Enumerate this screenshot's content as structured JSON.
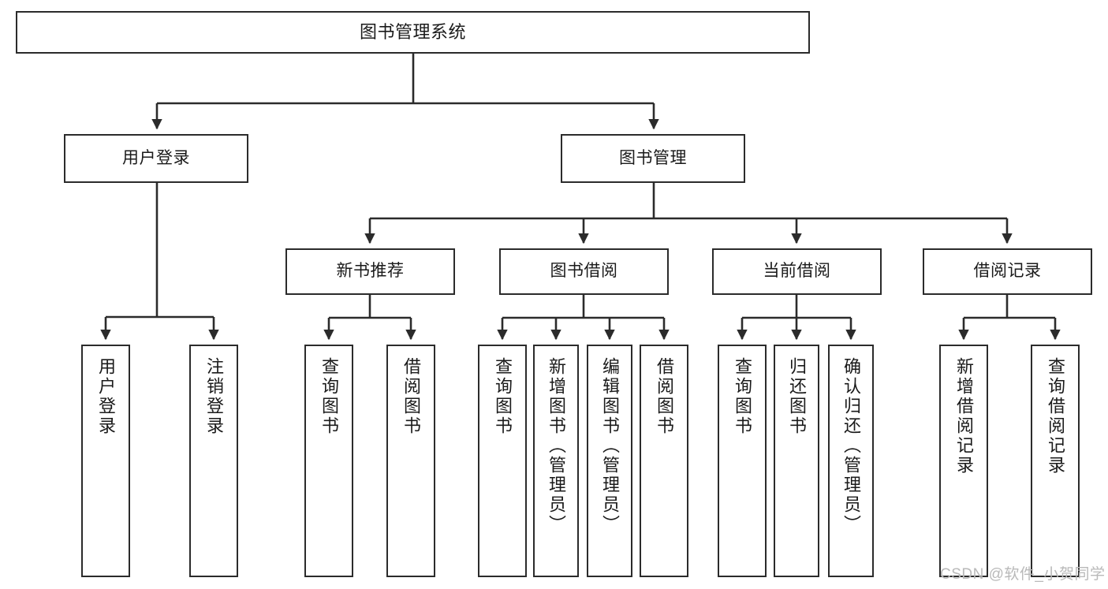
{
  "diagram": {
    "title": "图书管理系统",
    "type": "tree-hierarchy-diagram",
    "watermark": "CSDN @软件_小贺同学",
    "colors": {
      "box_border": "#2b2b2b",
      "box_fill": "#ffffff",
      "edge": "#2b2b2b",
      "text": "#1a1a1a",
      "watermark": "#b9b9b9",
      "background": "#ffffff"
    },
    "nodes": {
      "root": {
        "label": "图书管理系统"
      },
      "level2": [
        {
          "id": "user-login",
          "label": "用户登录"
        },
        {
          "id": "book-manage",
          "label": "图书管理"
        }
      ],
      "level3": [
        {
          "id": "new-book-recommend",
          "label": "新书推荐"
        },
        {
          "id": "book-borrow",
          "label": "图书借阅"
        },
        {
          "id": "current-borrow",
          "label": "当前借阅"
        },
        {
          "id": "borrow-record",
          "label": "借阅记录"
        }
      ],
      "leaves": {
        "user-login": [
          {
            "id": "leaf-user-login",
            "label": "用户登录"
          },
          {
            "id": "leaf-logout-login",
            "label": "注销登录"
          }
        ],
        "new-book-recommend": [
          {
            "id": "leaf-query-books-1",
            "label": "查询图书"
          },
          {
            "id": "leaf-borrow-books-1",
            "label": "借阅图书"
          }
        ],
        "book-borrow": [
          {
            "id": "leaf-query-books-2",
            "label": "查询图书"
          },
          {
            "id": "leaf-add-book-admin",
            "label": "新增图书（管理员）"
          },
          {
            "id": "leaf-edit-book-admin",
            "label": "编辑图书（管理员）"
          },
          {
            "id": "leaf-borrow-books-2",
            "label": "借阅图书"
          }
        ],
        "current-borrow": [
          {
            "id": "leaf-query-books-3",
            "label": "查询图书"
          },
          {
            "id": "leaf-return-books",
            "label": "归还图书"
          },
          {
            "id": "leaf-confirm-return-admin",
            "label": "确认归还（管理员）"
          }
        ],
        "borrow-record": [
          {
            "id": "leaf-add-borrow-record",
            "label": "新增借阅记录"
          },
          {
            "id": "leaf-query-borrow-record",
            "label": "查询借阅记录"
          }
        ]
      }
    }
  }
}
